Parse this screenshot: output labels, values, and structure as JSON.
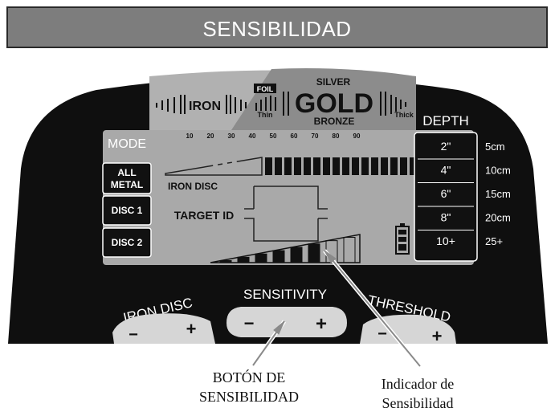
{
  "title": "SENSIBILIDAD",
  "colors": {
    "panel": "#0f0f0f",
    "lcd": "#a9a9a9",
    "lcd_dark": "#7a7a7a",
    "title_bg": "#7d7d7d"
  },
  "lcd": {
    "scale": {
      "iron": "IRON",
      "foil": "FOIL",
      "thin": "Thin",
      "silver": "SILVER",
      "gold": "GOLD",
      "bronze": "BRONZE",
      "thick": "Thick"
    },
    "ticks": [
      "10",
      "20",
      "30",
      "40",
      "50",
      "60",
      "70",
      "80",
      "90"
    ],
    "mode_label": "MODE",
    "modes": [
      "ALL\nMETAL",
      "DISC 1",
      "DISC 2"
    ],
    "mode_line1": "ALL",
    "mode_line2": "METAL",
    "mode_disc1": "DISC 1",
    "mode_disc2": "DISC 2",
    "iron_disc": "IRON DISC",
    "target_id": "TARGET ID",
    "depth_label": "DEPTH",
    "depths": [
      "2\"",
      "4\"",
      "6\"",
      "8\"",
      "10+"
    ],
    "depths_cm": [
      "5cm",
      "10cm",
      "15cm",
      "20cm",
      "25+"
    ],
    "sensitivity_level": 6,
    "sensitivity_segments": 8
  },
  "buttons": {
    "iron_disc": "IRON DISC",
    "sensitivity": "SENSITIVITY",
    "threshold": "THRESHOLD",
    "minus": "−",
    "plus": "+"
  },
  "captions": {
    "button_line1": "BOTÓN DE",
    "button_line2": "SENSIBILIDAD",
    "indicator_line1": "Indicador de",
    "indicator_line2": "Sensibilidad"
  }
}
